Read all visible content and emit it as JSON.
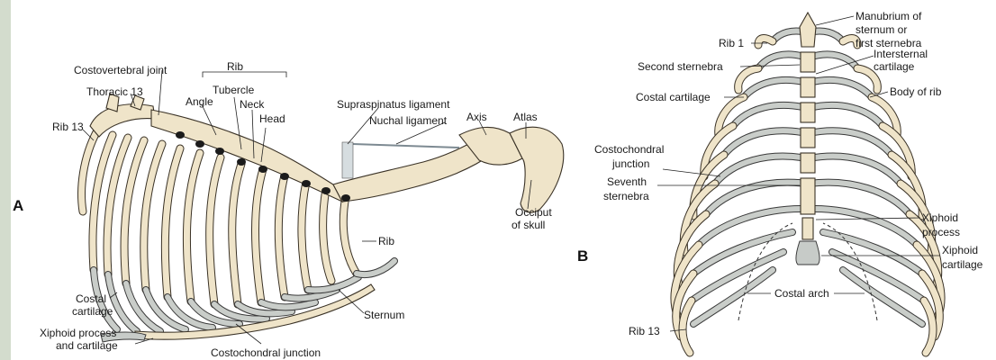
{
  "panel_a": {
    "letter": "A",
    "labels": {
      "rib_group": "Rib",
      "costovertebral_joint": "Costovertebral joint",
      "thoracic_13": "Thoracic 13",
      "tubercle": "Tubercle",
      "angle": "Angle",
      "neck": "Neck",
      "head": "Head",
      "rib_13": "Rib 13",
      "supraspinatus_ligament": "Supraspinatus  ligament",
      "nuchal_ligament": "Nuchal ligament",
      "axis": "Axis",
      "atlas": "Atlas",
      "occiput_line1": "Occiput",
      "occiput_line2": "of skull",
      "rib": "Rib",
      "costal_cartilage_line1": "Costal",
      "costal_cartilage_line2": "cartilage",
      "sternum": "Sternum",
      "xiphoid_line1": "Xiphoid process",
      "xiphoid_line2": "and cartilage",
      "costochondral_junction": "Costochondral junction"
    }
  },
  "panel_b": {
    "letter": "B",
    "labels": {
      "manubrium_line1": "Manubrium of",
      "manubrium_line2": "sternum or",
      "manubrium_line3": "first sternebra",
      "rib_1": "Rib 1",
      "second_sternebra": "Second sternebra",
      "intersternal_line1": "Intersternal",
      "intersternal_line2": "cartilage",
      "costal_cartilage": "Costal cartilage",
      "body_of_rib": "Body of rib",
      "costochondral_line1": "Costochondral",
      "costochondral_line2": "junction",
      "seventh_line1": "Seventh",
      "seventh_line2": "sternebra",
      "xiphoid_process_line1": "Xiphoid",
      "xiphoid_process_line2": "process",
      "xiphoid_cartilage_line1": "Xiphoid",
      "xiphoid_cartilage_line2": "cartilage",
      "costal_arch": "Costal arch",
      "rib_13": "Rib 13"
    }
  },
  "colors": {
    "bone": "#efe4c9",
    "cartilage": "#c7cbc8",
    "side_bar": "#d3dccd",
    "outline": "#3a3226"
  }
}
